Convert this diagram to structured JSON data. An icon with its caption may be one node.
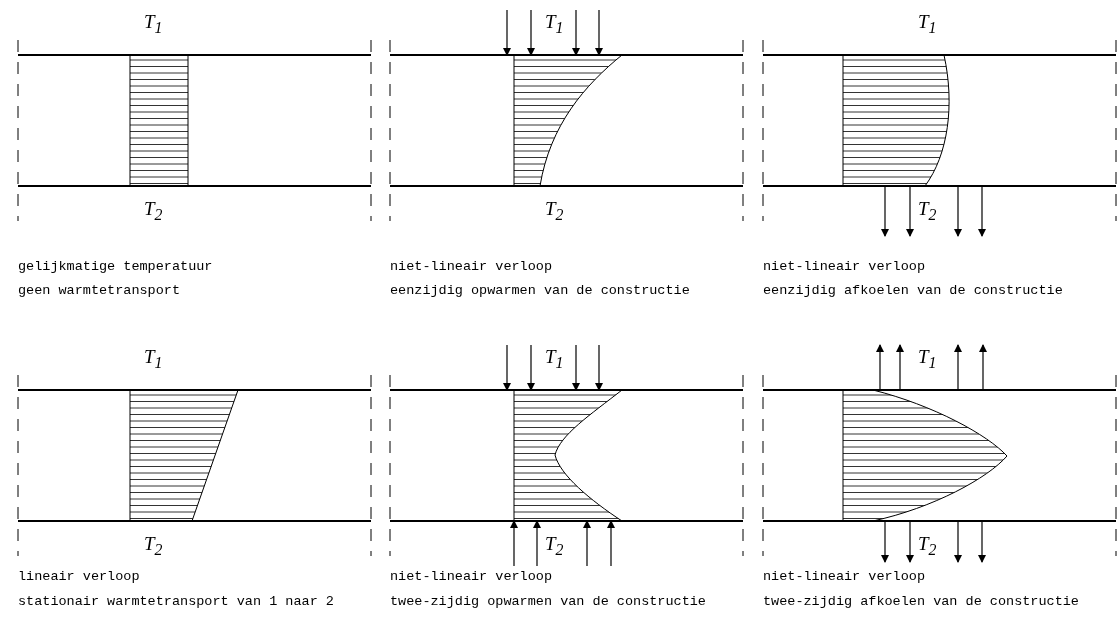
{
  "diagram": {
    "labels": [
      "T$_{1}$",
      "T$_{1}$",
      "T$_{1}$",
      "T$_{2}$",
      "T$_{2}$",
      "T$_{2}$",
      "gelijkmatige temperatuur",
      "niet-lineair verloop",
      "niet-lineair verloop",
      "geen warmtetransport",
      "eenzijdig opwarmen van de constructie",
      "eenzijdig afkoelen van de constructie",
      "T$_{1}$",
      "T$_{1}$",
      "T$_{1}$",
      "T$_{2}$",
      "T$_{2}$",
      "T$_{2}$",
      "lineair verloop",
      "niet-lineair verloop",
      "niet-lineair verloop",
      "stationair warmtetransport van 1 naar 2",
      "twee-zijdig opwarmen van de constructie",
      "twee-zijdig afkoelen van de constructie"
    ]
  }
}
